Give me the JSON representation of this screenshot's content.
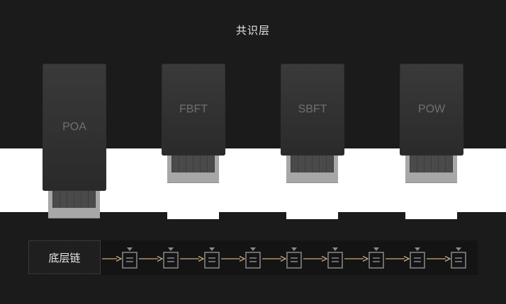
{
  "title": "共识层",
  "modules": [
    {
      "label": "POA",
      "selected": true
    },
    {
      "label": "FBFT",
      "selected": false
    },
    {
      "label": "SBFT",
      "selected": false
    },
    {
      "label": "POW",
      "selected": false
    }
  ],
  "chain": {
    "label": "底层链",
    "block_count": 9,
    "colors": {
      "arrow": "#c8aa88",
      "block": "#8a8a8a"
    }
  }
}
